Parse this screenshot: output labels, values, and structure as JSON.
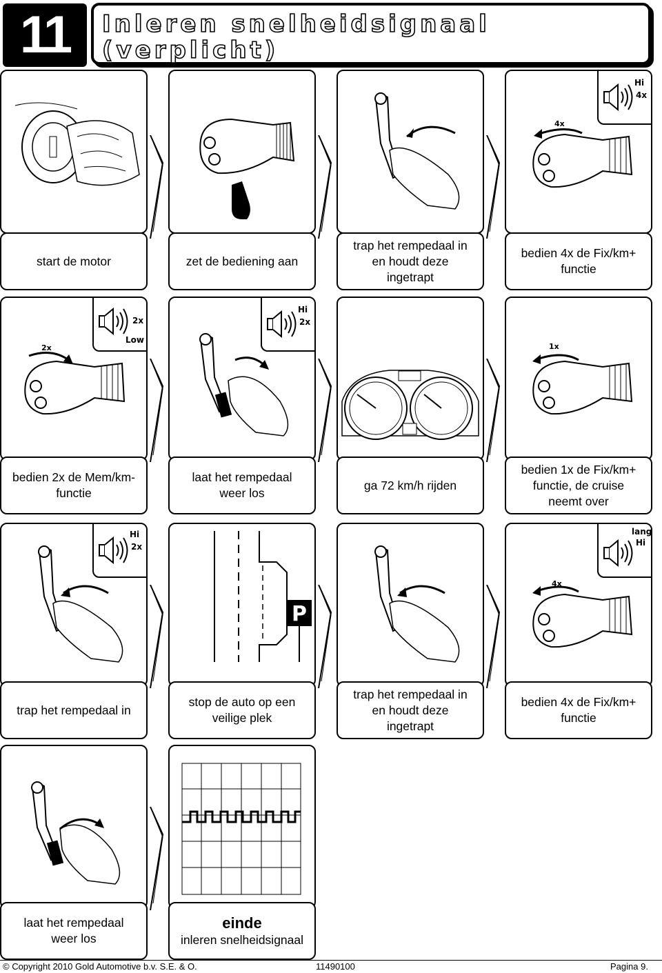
{
  "header": {
    "number": "11",
    "title_line1": "Inleren snelheidsignaal",
    "title_line2": "(verplicht)"
  },
  "steps": [
    {
      "caption": [
        "start de motor"
      ]
    },
    {
      "caption": [
        "zet de bediening aan"
      ]
    },
    {
      "caption": [
        "trap het rempedaal in",
        "en houdt deze",
        "ingetrapt"
      ]
    },
    {
      "caption": [
        "bedien 4x de Fix/km+",
        "functie"
      ],
      "sound": {
        "top": "Hi",
        "bottom": "4x"
      },
      "turn": "4x"
    },
    {
      "caption": [
        "bedien 2x de Mem/km-",
        "functie"
      ],
      "sound": {
        "top": "2x",
        "bottom": "Low"
      },
      "turn": "2x"
    },
    {
      "caption": [
        "laat het rempedaal",
        "weer los"
      ],
      "sound": {
        "top": "Hi",
        "bottom": "2x"
      }
    },
    {
      "caption": [
        "ga 72 km/h rijden"
      ]
    },
    {
      "caption": [
        "bedien 1x de Fix/km+",
        "functie, de cruise",
        "neemt over"
      ],
      "turn": "1x"
    },
    {
      "caption": [
        "trap het rempedaal in"
      ],
      "sound": {
        "top": "Hi",
        "bottom": "2x"
      }
    },
    {
      "caption": [
        "stop de auto op een",
        "veilige plek"
      ],
      "sign": "P"
    },
    {
      "caption": [
        "trap het rempedaal in",
        "en houdt deze",
        "ingetrapt"
      ]
    },
    {
      "caption": [
        "bedien 4x de Fix/km+",
        "functie"
      ],
      "sound": {
        "top": "lang",
        "bottom": "Hi"
      },
      "turn": "4x"
    },
    {
      "caption": [
        "laat het rempedaal",
        "weer los"
      ]
    },
    {
      "caption_bold": "einde",
      "caption": [
        "inleren snelheidsignaal"
      ]
    }
  ],
  "footer": {
    "copyright": "© Copyright 2010 Gold Automotive b.v.  S.E. & O.",
    "code": "11490100",
    "page": "Pagina 9."
  }
}
